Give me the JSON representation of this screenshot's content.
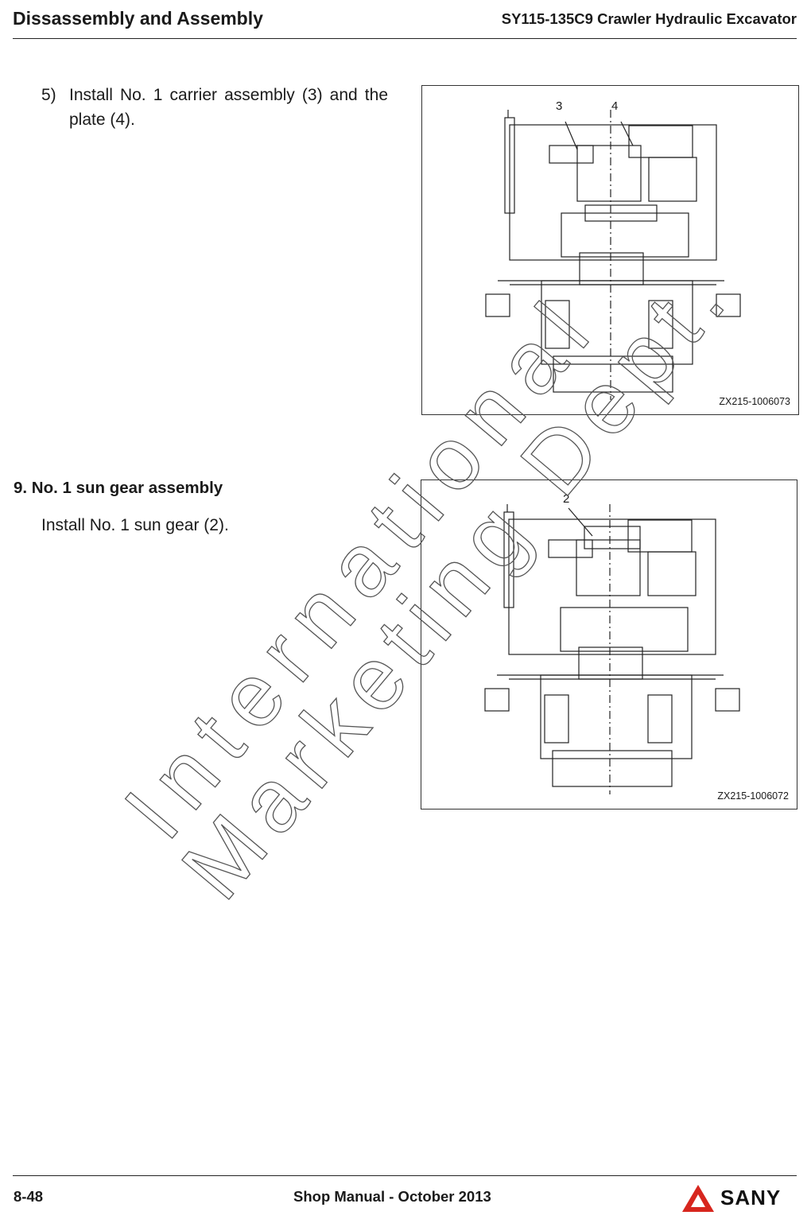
{
  "header": {
    "section": "Dissassembly and Assembly",
    "document": "SY115-135C9 Crawler Hydraulic Excavator"
  },
  "step": {
    "number": "5)",
    "text": "Install No. 1 carrier assembly (3) and the plate (4)."
  },
  "figure_1": {
    "callouts": [
      "3",
      "4"
    ],
    "code": "ZX215-1006073"
  },
  "section": {
    "title": "9.  No. 1 sun gear assembly",
    "body": "Install No. 1 sun gear (2)."
  },
  "figure_2": {
    "callouts": [
      "2"
    ],
    "code": "ZX215-1006072"
  },
  "watermark": {
    "line1": "International",
    "line2": "Marketing Dept."
  },
  "footer": {
    "page": "8-48",
    "manual": "Shop Manual - October 2013",
    "brand": "SANY",
    "brand_color": "#d7261e"
  }
}
